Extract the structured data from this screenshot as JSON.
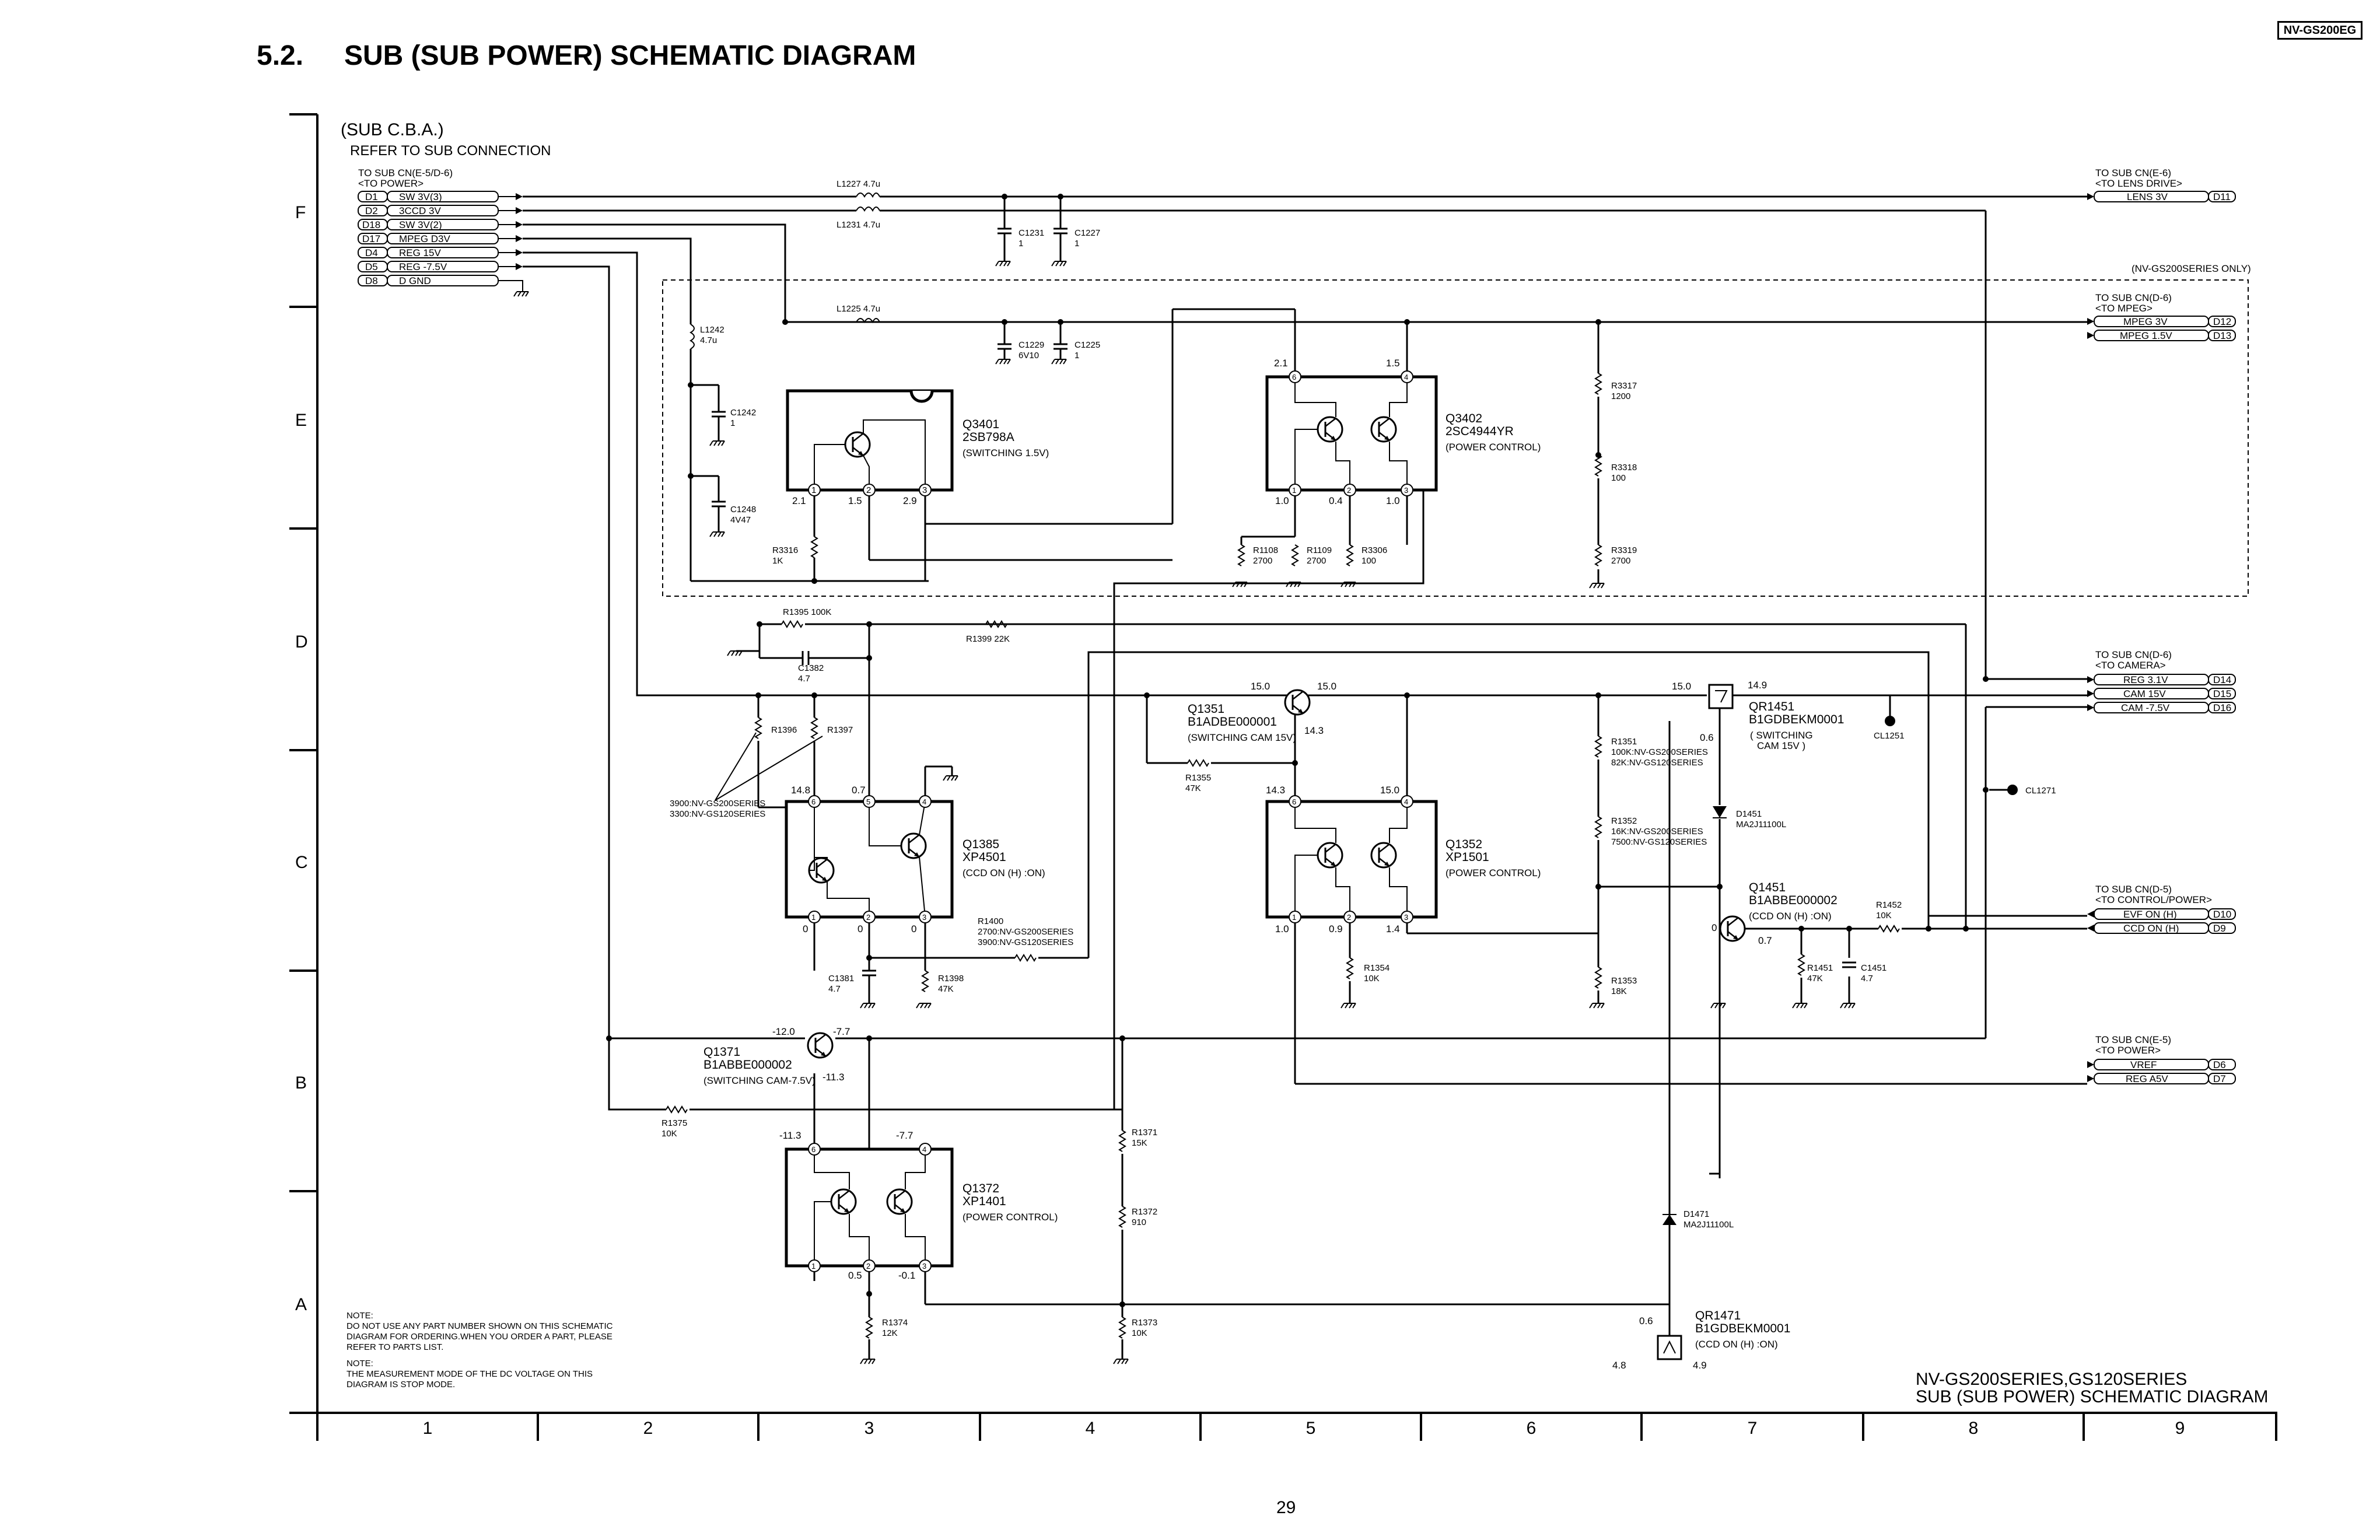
{
  "document": {
    "model_badge": "NV-GS200EG",
    "section_number": "5.2.",
    "section_title": "SUB (SUB POWER) SCHEMATIC DIAGRAM",
    "page_number": "29",
    "footer_title_line1": "NV-GS200SERIES,GS120SERIES",
    "footer_title_line2": "SUB (SUB POWER) SCHEMATIC DIAGRAM",
    "board_name": "(SUB C.B.A.)",
    "board_ref": "REFER TO SUB CONNECTION",
    "series_box_note": "(NV-GS200SERIES ONLY)",
    "note1_lines": [
      "NOTE:",
      "DO NOT USE ANY PART NUMBER SHOWN ON THIS SCHEMATIC",
      "DIAGRAM FOR ORDERING.WHEN YOU ORDER A PART, PLEASE",
      "REFER TO PARTS LIST."
    ],
    "note2_lines": [
      "NOTE:",
      "THE MEASUREMENT MODE OF THE DC VOLTAGE ON THIS",
      "DIAGRAM IS STOP MODE."
    ]
  },
  "grid": {
    "rows": [
      "F",
      "E",
      "D",
      "C",
      "B",
      "A"
    ],
    "columns": [
      "1",
      "2",
      "3",
      "4",
      "5",
      "6",
      "7",
      "8",
      "9"
    ]
  },
  "connectors": {
    "left": {
      "header1": "TO SUB CN(E-5/D-6)",
      "header2": "<TO POWER>",
      "pins": [
        {
          "pin": "D1",
          "signal": "SW 3V(3)"
        },
        {
          "pin": "D2",
          "signal": "3CCD 3V"
        },
        {
          "pin": "D18",
          "signal": "SW 3V(2)"
        },
        {
          "pin": "D17",
          "signal": "MPEG D3V"
        },
        {
          "pin": "D4",
          "signal": "REG 15V"
        },
        {
          "pin": "D5",
          "signal": "REG -7.5V"
        },
        {
          "pin": "D8",
          "signal": "D GND"
        }
      ]
    },
    "lens": {
      "header1": "TO SUB CN(E-6)",
      "header2": "<TO LENS DRIVE>",
      "pins": [
        {
          "signal": "LENS 3V",
          "pin": "D11"
        }
      ]
    },
    "mpeg": {
      "header1": "TO SUB CN(D-6)",
      "header2": "<TO MPEG>",
      "pins": [
        {
          "signal": "MPEG 3V",
          "pin": "D12"
        },
        {
          "signal": "MPEG 1.5V",
          "pin": "D13"
        }
      ]
    },
    "camera": {
      "header1": "TO SUB CN(D-6)",
      "header2": "<TO CAMERA>",
      "pins": [
        {
          "signal": "REG 3.1V",
          "pin": "D14"
        },
        {
          "signal": "CAM 15V",
          "pin": "D15"
        },
        {
          "signal": "CAM -7.5V",
          "pin": "D16"
        }
      ]
    },
    "control": {
      "header1": "TO SUB CN(D-5)",
      "header2": "<TO CONTROL/POWER>",
      "pins": [
        {
          "signal": "EVF ON (H)",
          "pin": "D10"
        },
        {
          "signal": "CCD ON (H)",
          "pin": "D9"
        }
      ]
    },
    "power": {
      "header1": "TO SUB CN(E-5)",
      "header2": "<TO POWER>",
      "pins": [
        {
          "signal": "VREF",
          "pin": "D6"
        },
        {
          "signal": "REG A5V",
          "pin": "D7"
        }
      ]
    }
  },
  "ics": {
    "q3401": {
      "ref": "Q3401",
      "part": "2SB798A",
      "desc": "(SWITCHING 1.5V)",
      "v1": "2.1",
      "v2": "1.5",
      "v3": "2.9"
    },
    "q3402": {
      "ref": "Q3402",
      "part": "2SC4944YR",
      "desc": "(POWER CONTROL)",
      "v6": "2.1",
      "v4": "1.5",
      "v1": "1.0",
      "v2": "0.4",
      "v3": "1.0"
    },
    "q1385": {
      "ref": "Q1385",
      "part": "XP4501",
      "desc": "(CCD ON (H) :ON)",
      "v6": "14.8",
      "v5": "0.7",
      "v1": "0",
      "v2": "0",
      "v3": "0"
    },
    "q1352": {
      "ref": "Q1352",
      "part": "XP1501",
      "desc": "(POWER CONTROL)",
      "v6": "14.3",
      "v4": "15.0",
      "v1": "1.0",
      "v2": "0.9",
      "v3": "1.4"
    },
    "q1372": {
      "ref": "Q1372",
      "part": "XP1401",
      "desc": "(POWER CONTROL)",
      "v6": "-11.3",
      "v4": "-7.7",
      "v2": "0.5",
      "v3": "-0.1"
    }
  },
  "transistors": {
    "q1351": {
      "ref": "Q1351",
      "part": "B1ADBE000001",
      "desc": "(SWITCHING CAM 15V)",
      "v_in": "15.0",
      "v_out": "15.0",
      "v_b": "14.3"
    },
    "q1371": {
      "ref": "Q1371",
      "part": "B1ABBE000002",
      "desc": "(SWITCHING CAM-7.5V)",
      "v_in": "-12.0",
      "v_out": "-7.7",
      "v_b": "-11.3"
    },
    "q1451": {
      "ref": "Q1451",
      "part": "B1ABBE000002",
      "desc": "(CCD ON (H) :ON)",
      "v_b": "0",
      "v_c": "0.7"
    },
    "qr1451": {
      "ref": "QR1451",
      "part": "B1GDBEKM0001",
      "desc1": "( SWITCHING",
      "desc2": "CAM 15V )",
      "v_in": "15.0",
      "v_out": "14.9",
      "v_b": "0.6"
    },
    "qr1471": {
      "ref": "QR1471",
      "part": "B1GDBEKM0001",
      "desc": "(CCD ON (H) :ON)",
      "v_in": "0.6",
      "v_e": "4.8",
      "v_out": "4.9"
    }
  },
  "parts": {
    "l1227": "L1227 4.7u",
    "l1231": "L1231 4.7u",
    "l1225": "L1225 4.7u",
    "l1242a": "L1242",
    "l1242b": "4.7u",
    "c1231a": "C1231",
    "c1231b": "1",
    "c1227a": "C1227",
    "c1227b": "1",
    "c1229a": "C1229",
    "c1229b": "6V10",
    "c1225a": "C1225",
    "c1225b": "1",
    "c1242a": "C1242",
    "c1242b": "1",
    "c1248a": "C1248",
    "c1248b": "4V47",
    "r3316a": "R3316",
    "r3316b": "1K",
    "r1108a": "R1108",
    "r1108b": "2700",
    "r1109a": "R1109",
    "r1109b": "2700",
    "r3306a": "R3306",
    "r3306b": "100",
    "r3317a": "R3317",
    "r3317b": "1200",
    "r3318a": "R3318",
    "r3318b": "100",
    "r3319a": "R3319",
    "r3319b": "2700",
    "r1395": "R1395 100K",
    "r1399": "R1399 22K",
    "c1382a": "C1382",
    "c1382b": "4.7",
    "r1396": "R1396",
    "r1397": "R1397",
    "r1396_val1": "3900:NV-GS200SERIES",
    "r1396_val2": "3300:NV-GS120SERIES",
    "r1355a": "R1355",
    "r1355b": "47K",
    "r1351a": "R1351",
    "r1351b": "100K:NV-GS200SERIES",
    "r1351c": "82K:NV-GS120SERIES",
    "r1352a": "R1352",
    "r1352b": "16K:NV-GS200SERIES",
    "r1352c": "7500:NV-GS120SERIES",
    "r1353a": "R1353",
    "r1353b": "18K",
    "r1354a": "R1354",
    "r1354b": "10K",
    "r1400a": "R1400",
    "r1400b": "2700:NV-GS200SERIES",
    "r1400c": "3900:NV-GS120SERIES",
    "c1381a": "C1381",
    "c1381b": "4.7",
    "r1398a": "R1398",
    "r1398b": "47K",
    "d1451a": "D1451",
    "d1451b": "MA2J11100L",
    "d1471a": "D1471",
    "d1471b": "MA2J11100L",
    "r1452a": "R1452",
    "r1452b": "10K",
    "r1451a": "R1451",
    "r1451b": "47K",
    "c1451a": "C1451",
    "c1451b": "4.7",
    "r1375a": "R1375",
    "r1375b": "10K",
    "r1371a": "R1371",
    "r1371b": "15K",
    "r1372a": "R1372",
    "r1372b": "910",
    "r1373a": "R1373",
    "r1373b": "10K",
    "r1374a": "R1374",
    "r1374b": "12K",
    "cl1251": "CL1251",
    "cl1271": "CL1271"
  }
}
